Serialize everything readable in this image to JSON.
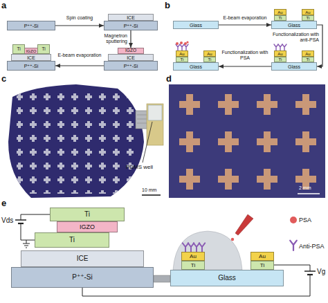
{
  "diagram": {
    "nodes": [
      {
        "text": [
          "P⁺⁺-Si"
        ]
      },
      {
        "text": [
          "ICE"
        ]
      },
      {
        "text": [
          "P⁺⁺-Si"
        ]
      },
      {
        "text": [
          "IGZO"
        ]
      },
      {
        "text": [
          "ICE"
        ]
      },
      {
        "text": [
          "P⁺⁺-Si"
        ]
      },
      {
        "text": [
          "Ti"
        ]
      },
      {
        "text": [
          "IGZO"
        ]
      },
      {
        "text": [
          "Ti"
        ]
      },
      {
        "text": [
          "ICE"
        ]
      },
      {
        "text": [
          "P⁺⁺-Si"
        ]
      },
      {
        "text": [
          "Glass"
        ]
      },
      {
        "text": [
          "Au"
        ]
      },
      {
        "text": [
          "Ti"
        ]
      },
      {
        "text": [
          "Au"
        ]
      },
      {
        "text": [
          "Ti"
        ]
      },
      {
        "text": [
          "Glass"
        ]
      },
      {
        "text": [
          "Au"
        ]
      },
      {
        "text": [
          "Ti"
        ]
      },
      {
        "text": [
          "Au"
        ]
      },
      {
        "text": [
          "Ti"
        ]
      },
      {
        "text": [
          "Glass"
        ]
      },
      {
        "text": [
          "Au"
        ]
      },
      {
        "text": [
          "Ti"
        ]
      },
      {
        "text": [
          "Au"
        ]
      },
      {
        "text": [
          "Ti"
        ]
      },
      {
        "text": [
          "Glass"
        ]
      },
      {
        "text": [
          "Ti"
        ]
      },
      {
        "text": [
          "IGZO"
        ]
      },
      {
        "text": [
          "Ti"
        ]
      },
      {
        "text": [
          "ICE"
        ]
      },
      {
        "text": [
          "P⁺⁺-Si"
        ]
      },
      {
        "text": [
          "Au"
        ]
      },
      {
        "text": [
          "Ti"
        ]
      },
      {
        "text": [
          "Au"
        ]
      },
      {
        "text": [
          "Ti"
        ]
      },
      {
        "text": [
          "Glass"
        ]
      }
    ],
    "edges": [
      {
        "from": 0,
        "to": 2,
        "arrow": "to",
        "label": "Spin coating"
      },
      {
        "from": 2,
        "to": 3,
        "arrow": "to",
        "label": "Magnetron sputtering"
      },
      {
        "from": 5,
        "to": 10,
        "arrow": "to",
        "label": "E-beam evaporation"
      },
      {
        "from": 11,
        "to": 16,
        "arrow": "to",
        "label": "E-beam evaporation"
      },
      {
        "from": 16,
        "to": 21,
        "arrow": "to",
        "label": "Functionalization with anti-PSA"
      },
      {
        "from": 21,
        "to": 26,
        "arrow": "to",
        "label": "Functionalization with PSA"
      }
    ],
    "labels": [
      "a",
      "b",
      "c",
      "d",
      "e",
      "PDMS well",
      "10 mm",
      "2 mm",
      "Vds",
      "Vg"
    ],
    "legend": [
      {
        "text": "PSA"
      },
      {
        "text": "Anti-PSA"
      }
    ]
  }
}
